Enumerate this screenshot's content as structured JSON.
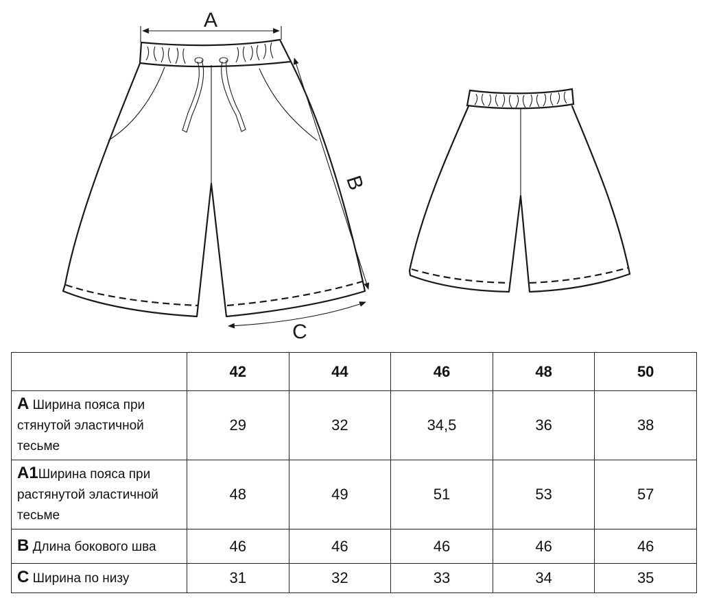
{
  "diagram": {
    "labels": {
      "a": "A",
      "b": "B",
      "c": "C"
    }
  },
  "table": {
    "sizes": [
      "42",
      "44",
      "46",
      "48",
      "50"
    ],
    "rows": [
      {
        "code": "A",
        "desc": "Ширина пояса при стянутой эластичной тесьме",
        "values": [
          "29",
          "32",
          "34,5",
          "36",
          "38"
        ]
      },
      {
        "code": "A1",
        "desc": "Ширина пояса при растянутой эластичной тесьме",
        "values": [
          "48",
          "49",
          "51",
          "53",
          "57"
        ]
      },
      {
        "code": "B",
        "desc": "Длина бокового шва",
        "values": [
          "46",
          "46",
          "46",
          "46",
          "46"
        ]
      },
      {
        "code": "C",
        "desc": "Ширина по низу",
        "values": [
          "31",
          "32",
          "33",
          "34",
          "35"
        ]
      }
    ]
  }
}
